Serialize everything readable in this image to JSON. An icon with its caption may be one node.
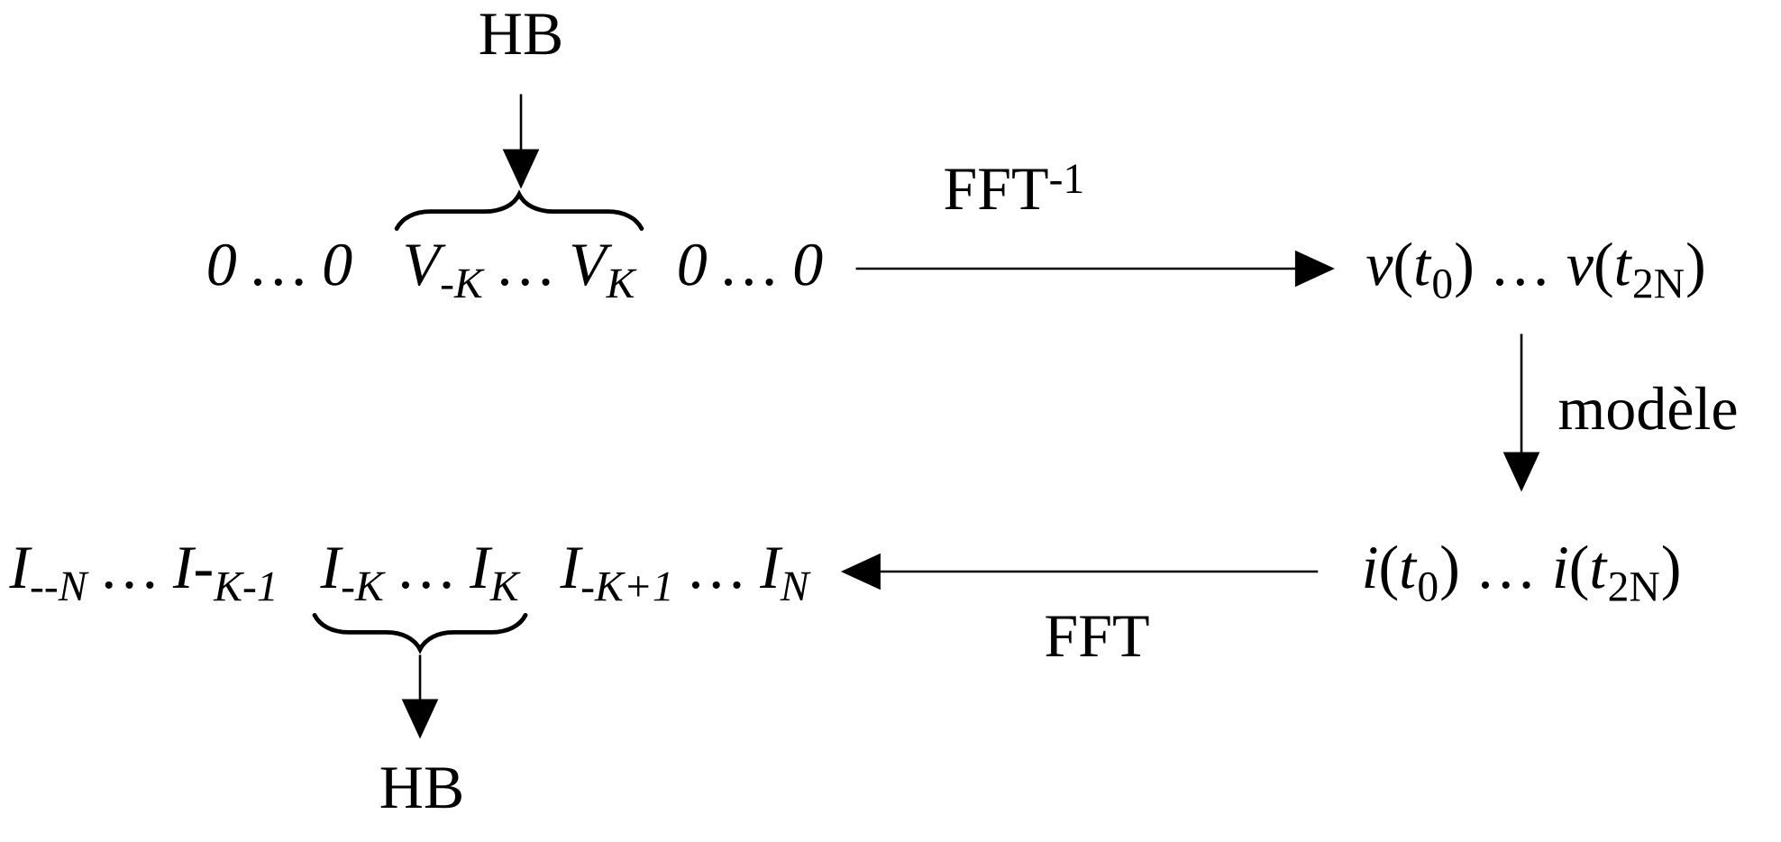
{
  "diagram": {
    "nodes": [
      {
        "text": [
          "HB"
        ]
      },
      {
        "text": [
          "0 … 0"
        ]
      },
      {
        "text": [
          "V$_{-K}$ … V$_{K}$"
        ]
      },
      {
        "text": [
          "0 … 0"
        ]
      },
      {
        "text": [
          "*v*(*t*$_{0}$) … *v*(*t*$_{2N}$)"
        ]
      },
      {
        "text": [
          "I$_{--N}$ … I-$_{K-1}$"
        ]
      },
      {
        "text": [
          "I$_{-K}$ … I$_{K}$"
        ]
      },
      {
        "text": [
          "I$_{-K+1}$ … I$_{N}$"
        ]
      },
      {
        "text": [
          "*i*(*t*$_{0}$) … *i*(*t*$_{2N}$)"
        ]
      },
      {
        "text": [
          "HB"
        ]
      }
    ],
    "edges": [
      {
        "from": 0,
        "to": 2,
        "arrow": "to"
      },
      {
        "from": 3,
        "to": 4,
        "arrow": "to",
        "label": "FFT$^{-1}$"
      },
      {
        "from": 4,
        "to": 8,
        "arrow": "to",
        "label": "modèle"
      },
      {
        "from": 8,
        "to": 7,
        "arrow": "to",
        "label": "FFT"
      },
      {
        "from": 6,
        "to": 9,
        "arrow": "to"
      }
    ]
  }
}
